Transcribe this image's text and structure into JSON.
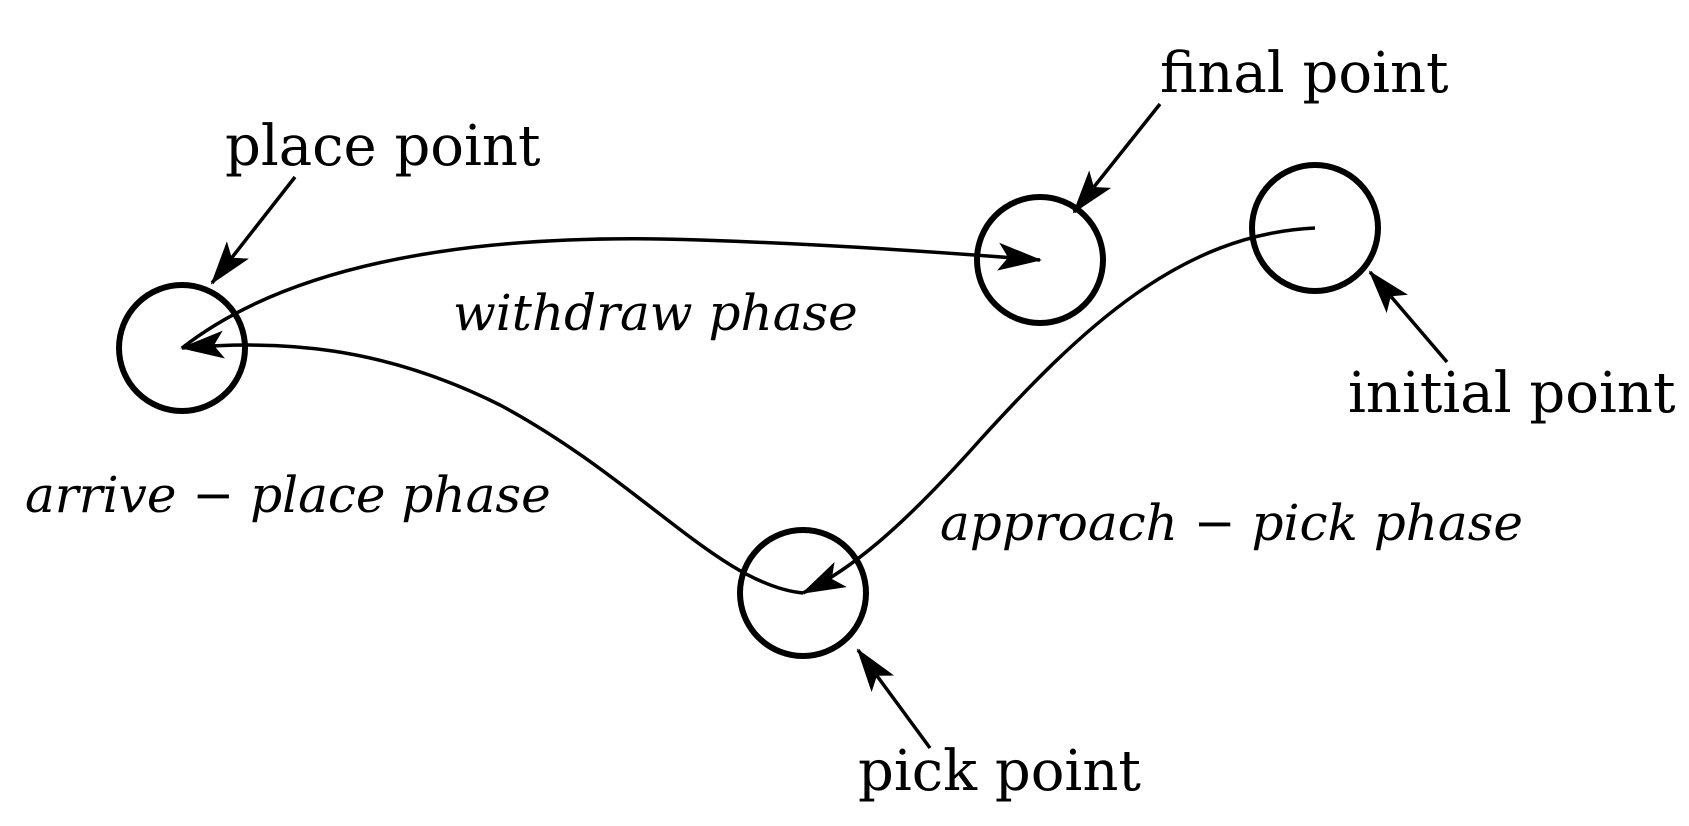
{
  "points": {
    "place": "place point",
    "final": "final point",
    "initial": "initial point",
    "pick": "pick point"
  },
  "phases": {
    "withdraw": "withdraw phase",
    "arrive_place": "arrive − place phase",
    "approach_pick": "approach − pick phase"
  },
  "colors": {
    "stroke": "#000000",
    "background": "#ffffff"
  }
}
